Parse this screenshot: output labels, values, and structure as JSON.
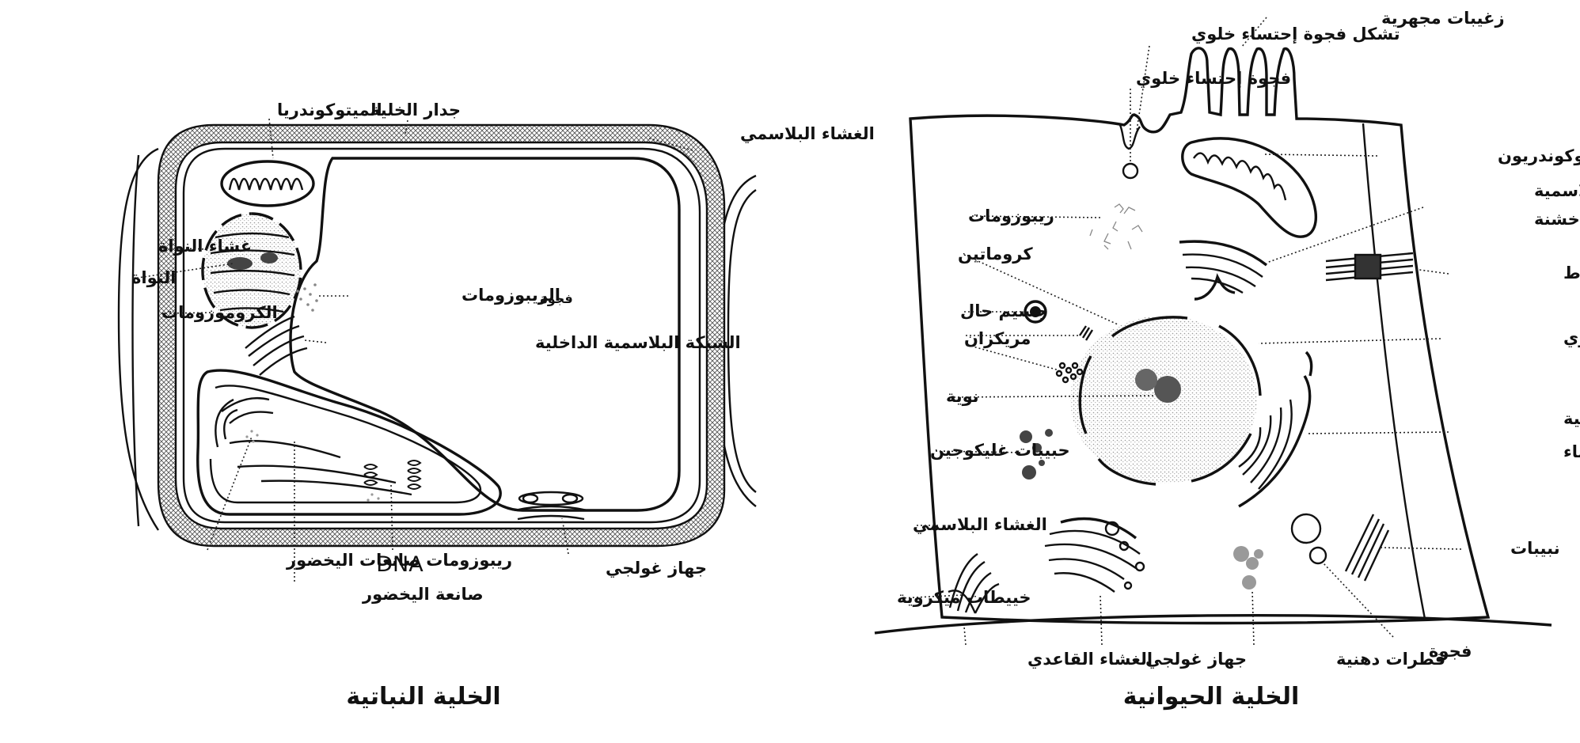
{
  "plant": {
    "title": "الخلية النباتية",
    "labels": {
      "mitochondria": "الميتوكوندريا",
      "cell_wall": "جدار الخلية",
      "plasma_membrane": "الغشاء البلاسمي",
      "nuclear_membrane": "غشاء النواة",
      "nucleus": "النواة",
      "chromosomes": "الكروموزومات",
      "ribosomes": "الريبوزومات",
      "vacuole": "فجوة",
      "er": "الشبكة البلاسمية الداخلية",
      "chloroplast_ribosomes": "ريبوزومات صانعات اليخضور",
      "dna": "DNA",
      "golgi": "جهاز غولجي",
      "chloroplast": "صانعة اليخضور"
    }
  },
  "animal": {
    "title": "الخلية الحيوانية",
    "labels": {
      "microvilli": "زغيبات مجهرية",
      "endocytosis_forming": "تشكل فجوة إحتساء خلوي",
      "endocytic_vacuole": "فجوة إحتساء خلوي",
      "mitochondrion": "ميتوكوندريون",
      "rough_er_1": "شبكة بلاسمية",
      "rough_er_2": "داخلية خشنة",
      "ribosomes": "ريبوزومات",
      "chromatin": "كروماتين",
      "desmosome": "جسيم ارتباط",
      "lysosome": "جسيم حال",
      "centrioles": "مريكزان",
      "nuclear_membrane": "الغشاء النووي",
      "nucleolus": "نوية",
      "smooth_er_1": "شبكة بلاسمية",
      "smooth_er_2": "داخلية ملساء",
      "glycogen": "حبيبات غليكوجين",
      "plasma_membrane": "الغشاء البلاسمي",
      "microtubules": "نبيبات",
      "microfilaments": "خييطات ميكروية",
      "basal_membrane": "الغشاء القاعدي",
      "golgi": "جهاز غولجي",
      "lipid_droplets": "قطرات دهنية",
      "vacuole": "فجوة"
    }
  },
  "colors": {
    "ink": "#111111",
    "background": "#ffffff",
    "hatch": "#555555",
    "stipple": "#999999"
  }
}
